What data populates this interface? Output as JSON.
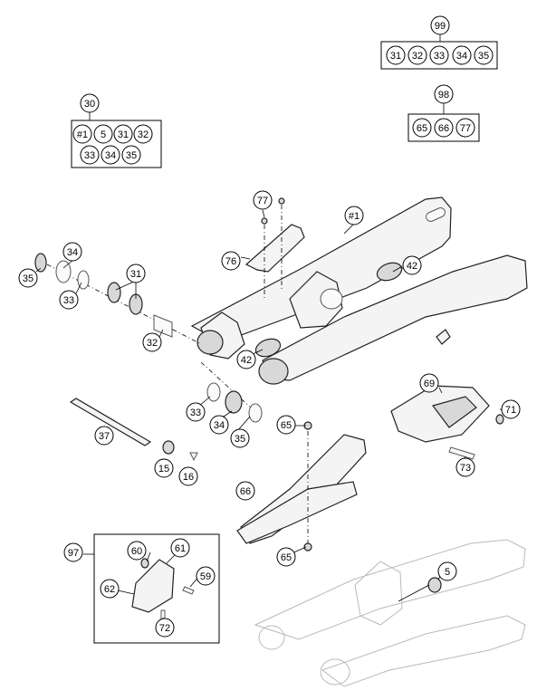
{
  "callouts": {
    "p30": "30",
    "p99": "99",
    "p98": "98",
    "b30_1": "#1",
    "b30_2": "5",
    "b30_3": "31",
    "b30_4": "32",
    "b30_5": "33",
    "b30_6": "34",
    "b30_7": "35",
    "b99_1": "31",
    "b99_2": "32",
    "b99_3": "33",
    "b99_4": "34",
    "b99_5": "35",
    "b98_1": "65",
    "b98_2": "66",
    "b98_3": "77",
    "c77": "77",
    "c1": "#1",
    "c76": "76",
    "c42a": "42",
    "c34a": "34",
    "c35a": "35",
    "c33a": "33",
    "c31": "31",
    "c32": "32",
    "c42b": "42",
    "c33b": "33",
    "c34b": "34",
    "c35b": "35",
    "c37": "37",
    "c15": "15",
    "c16": "16",
    "c65a": "65",
    "c69": "69",
    "c71": "71",
    "c73": "73",
    "c66": "66",
    "c65b": "65",
    "c97": "97",
    "c60": "60",
    "c61": "61",
    "c59": "59",
    "c62": "62",
    "c72": "72",
    "c5": "5"
  }
}
